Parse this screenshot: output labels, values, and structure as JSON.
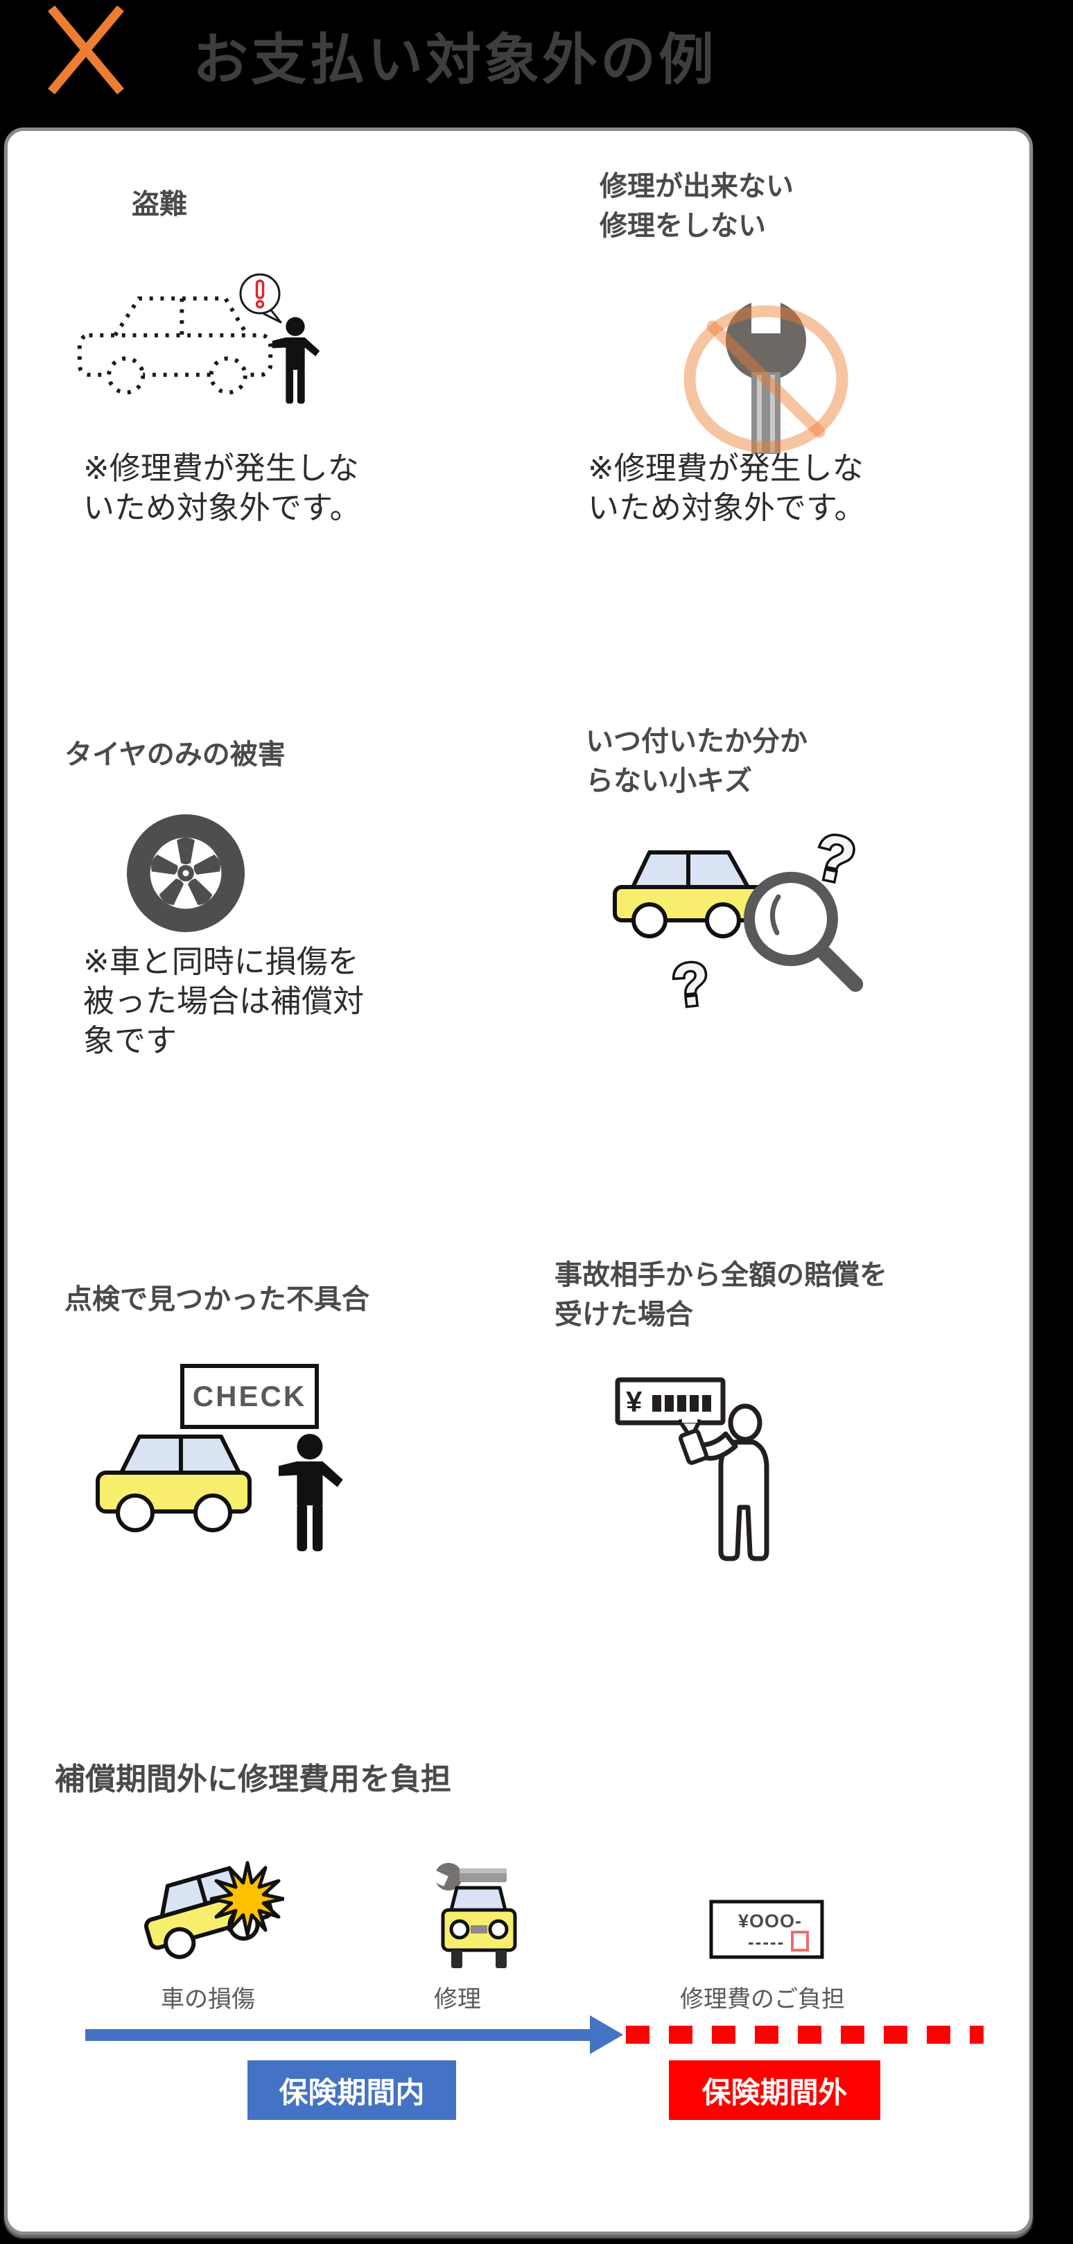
{
  "header": {
    "title": "お支払い対象外の例"
  },
  "colors": {
    "close_orange": "#ED7D31",
    "timeline_blue": "#4472C4",
    "alert_red": "#FE0000",
    "car_yellow": "#F7EE6E",
    "window_blue": "#D9E3F3",
    "ban_orange": "#ED7D31"
  },
  "sections": {
    "theft": {
      "title": "盗難",
      "caption_lines": [
        "※修理費が発生しな",
        "いため対象外です。"
      ]
    },
    "no_repair": {
      "title_lines": [
        "修理が出来ない",
        "修理をしない"
      ],
      "caption_lines": [
        "※修理費が発生しな",
        "いため対象外です。"
      ]
    },
    "tire_only": {
      "title": "タイヤのみの被害",
      "caption_lines": [
        "※車と同時に損傷を",
        "被った場合は補償対",
        "象です"
      ]
    },
    "unknown_scratch": {
      "title_lines": [
        "いつ付いたか分か",
        "らない小キズ"
      ],
      "question_mark": "?"
    },
    "inspection": {
      "title": "点検で見つかった不具合",
      "sign_text": "CHECK"
    },
    "full_compensation": {
      "title_lines": [
        "事故相手から全額の賠償を",
        "受けた場合"
      ],
      "bubble_currency": "¥"
    },
    "out_of_period": {
      "title": "補償期間外に修理費用を負担",
      "steps": [
        {
          "label": "車の損傷"
        },
        {
          "label": "修理"
        },
        {
          "label": "修理費のご負担"
        }
      ],
      "invoice": {
        "line1": "¥OOO-",
        "line2": "-----"
      },
      "badge_in": "保険期間内",
      "badge_out": "保険期間外"
    }
  }
}
